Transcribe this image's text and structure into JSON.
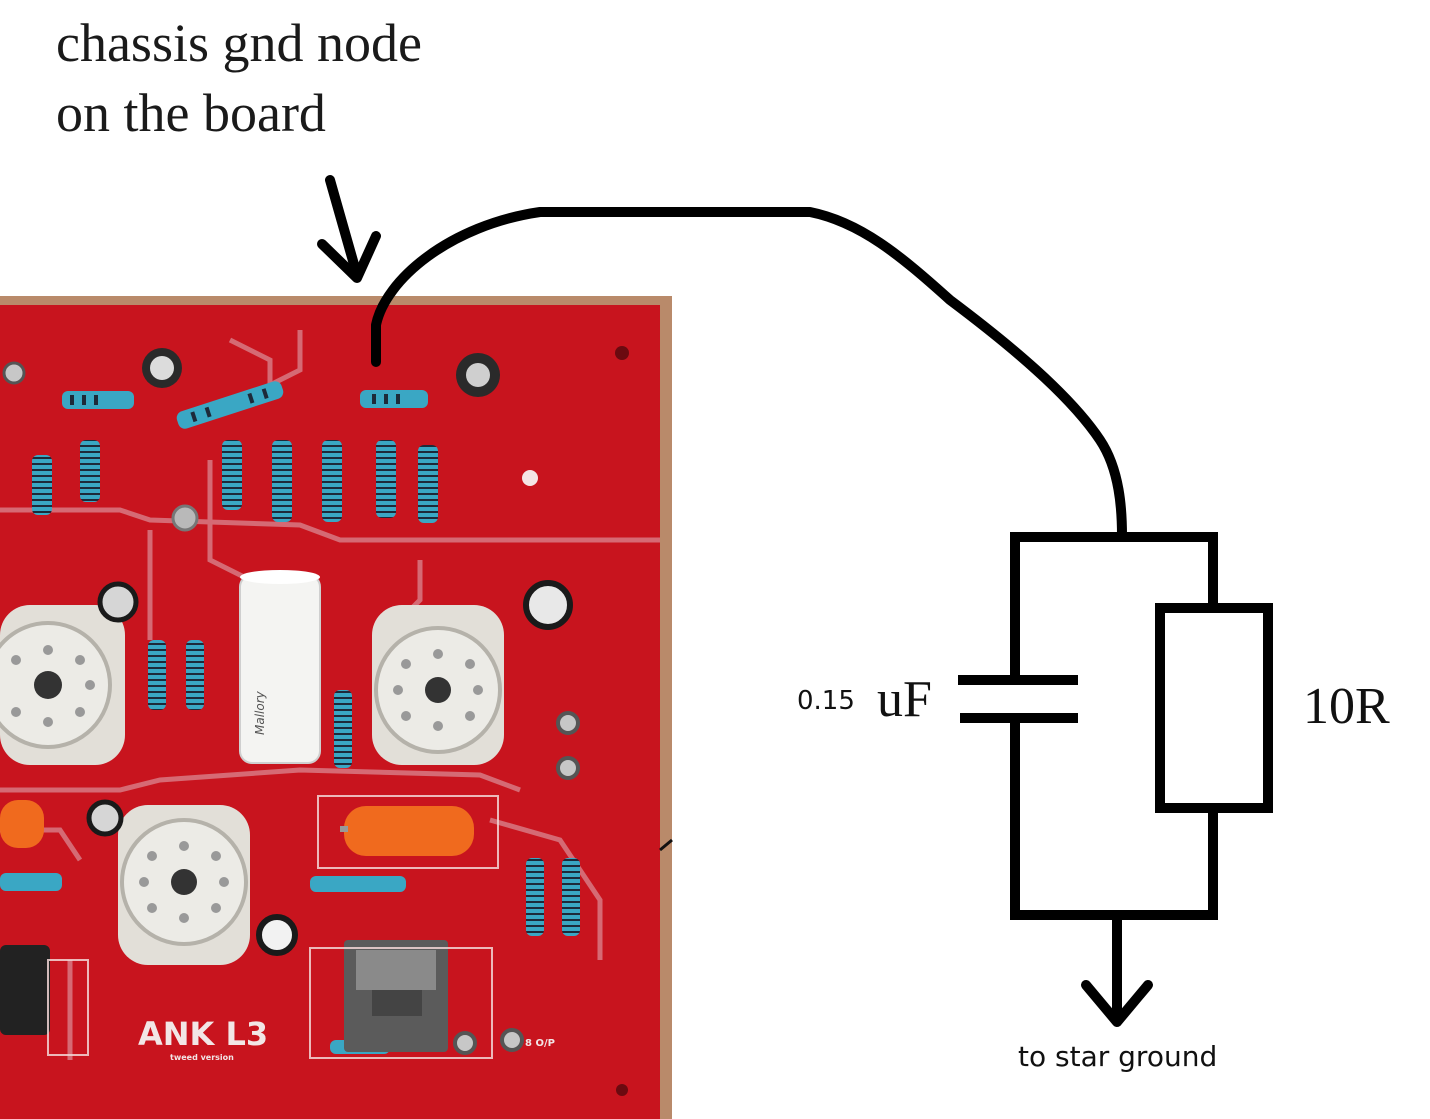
{
  "annotation": {
    "line1": "chassis gnd node",
    "line2": "on the board"
  },
  "capacitor": {
    "value": "0.15",
    "unit": "uF"
  },
  "resistor": {
    "value": "10R"
  },
  "ground": {
    "label": "to star ground"
  },
  "board": {
    "silkscreen_name": "ANK L3",
    "silkscreen_sub": "tweed version",
    "badge": "8 O/P",
    "colors": {
      "pcb": "#c8141e",
      "resistor_body": "#3aa7c4",
      "tube_socket": "#ecebe6",
      "coupling_cap": "#f06a1e",
      "wood_frame": "#b98a6a"
    }
  },
  "colors": {
    "wire": "#000000",
    "background": "#ffffff"
  }
}
